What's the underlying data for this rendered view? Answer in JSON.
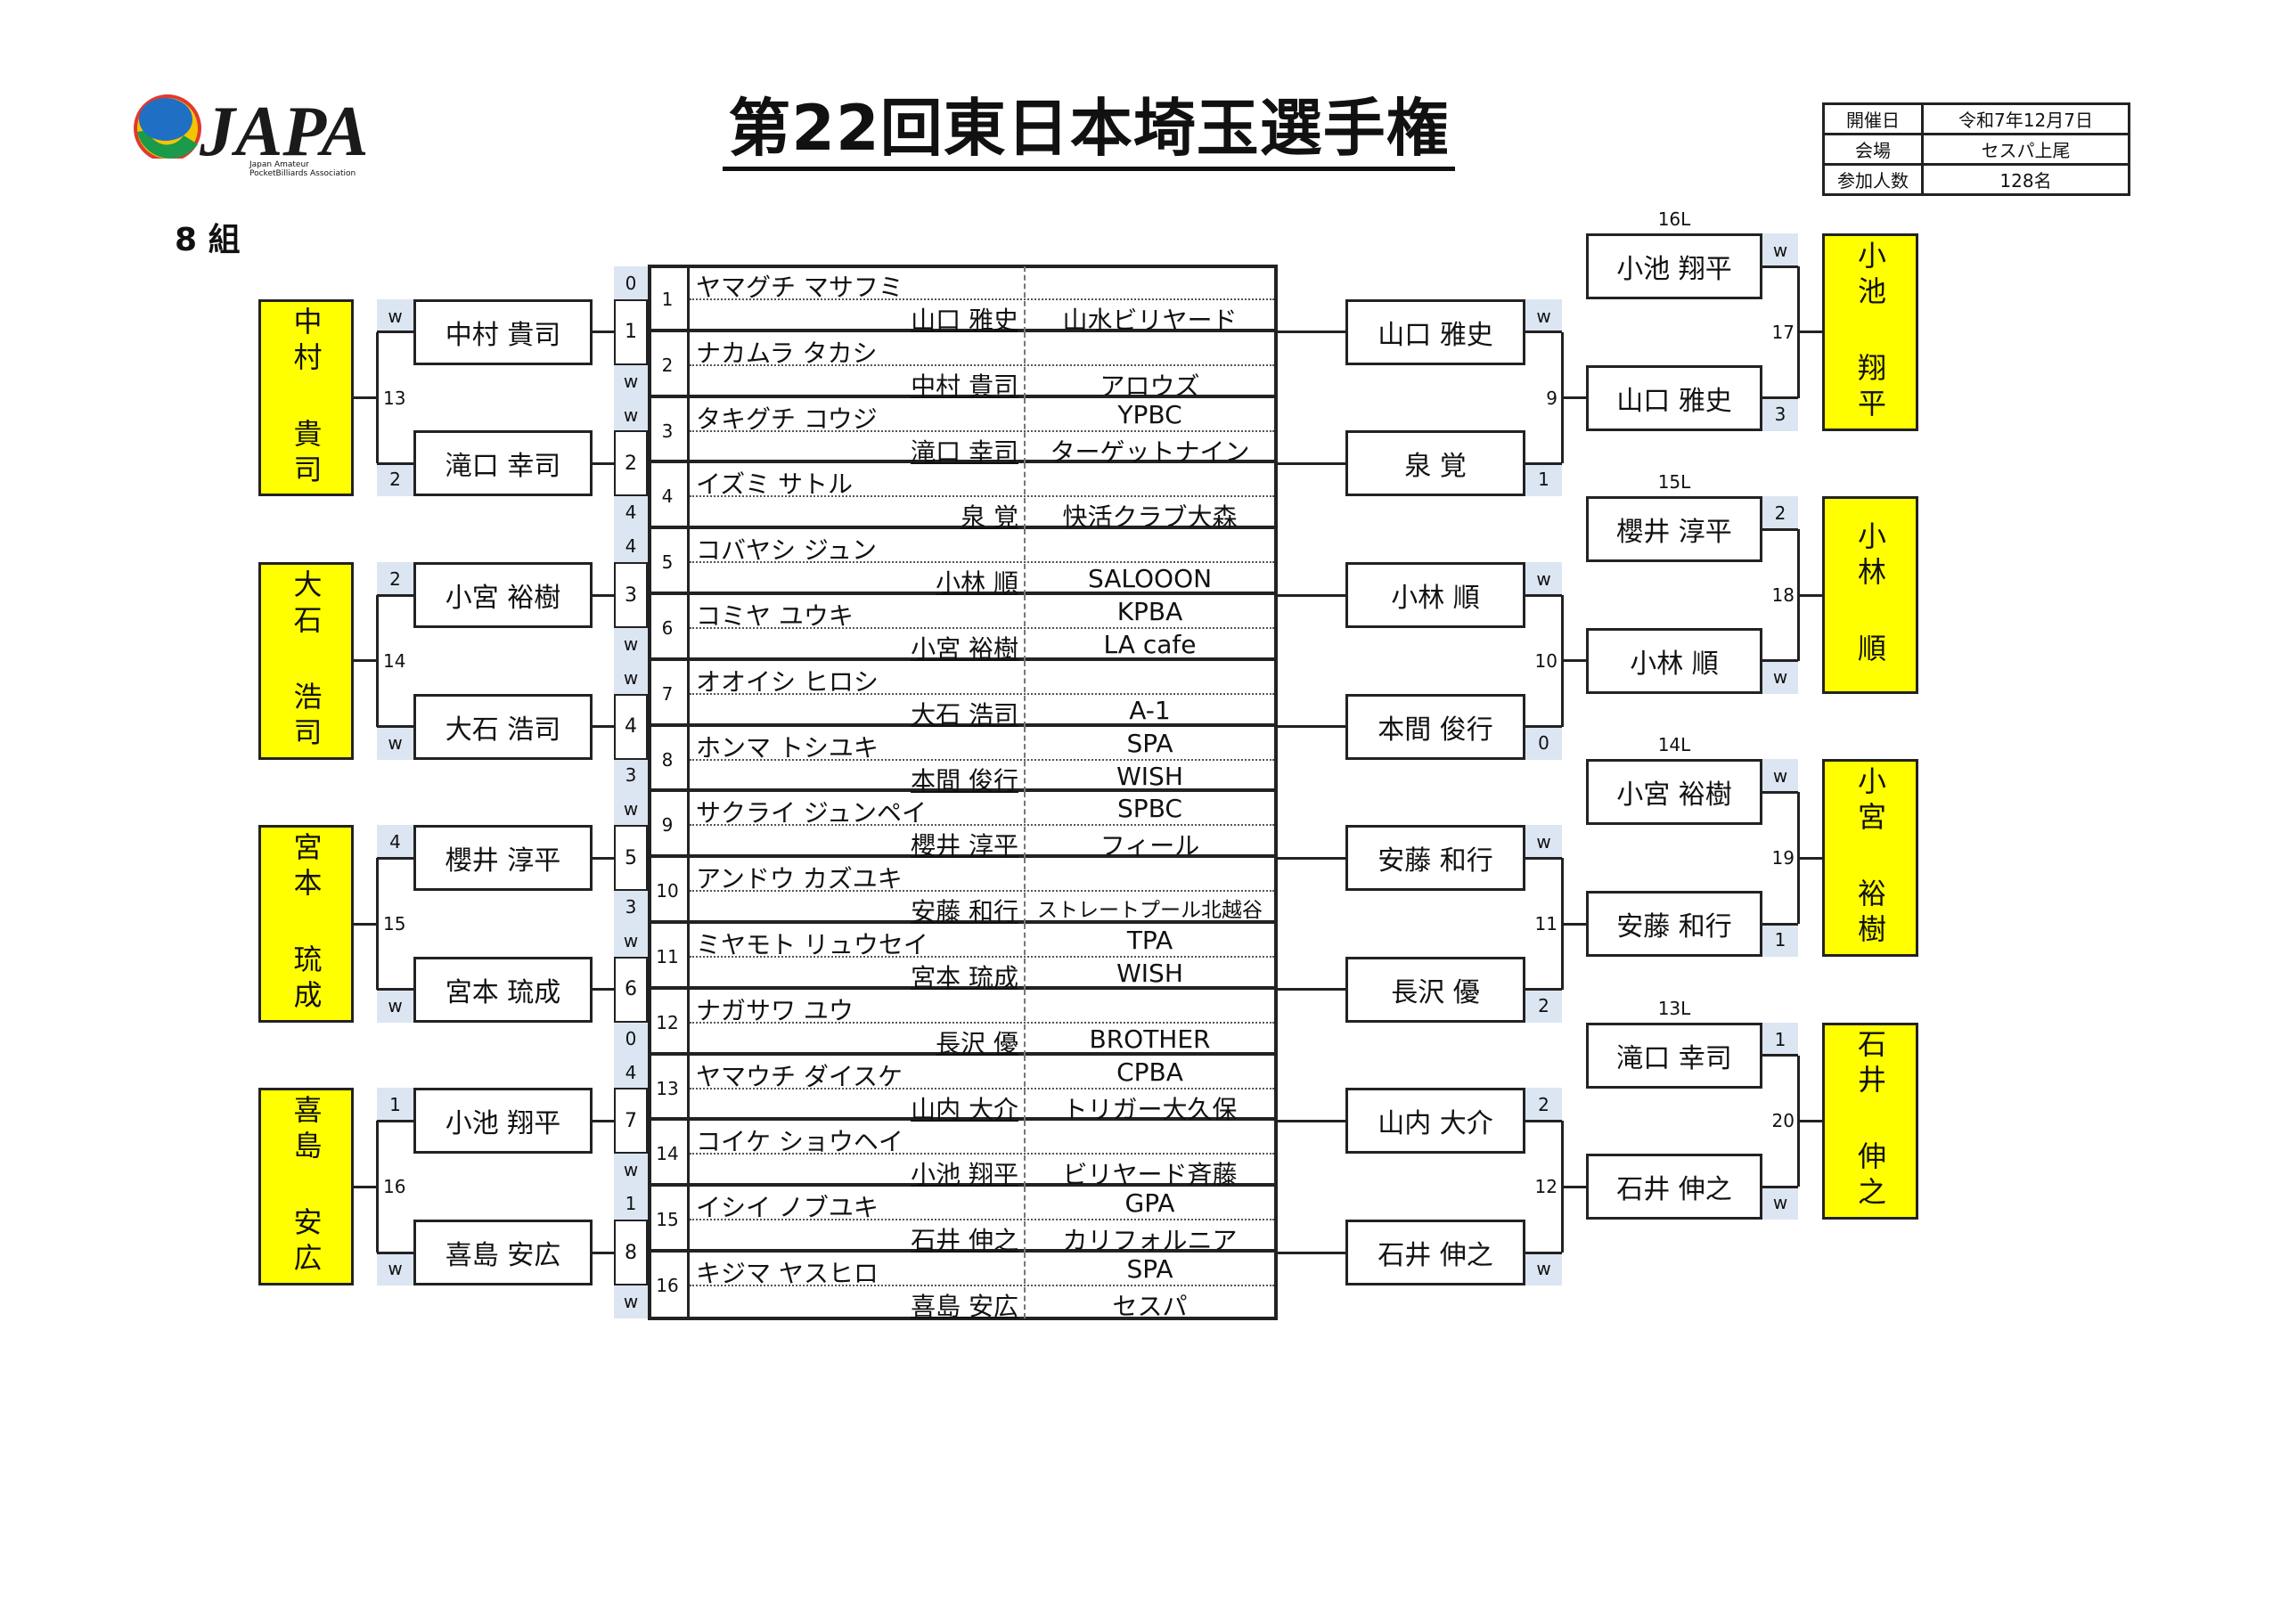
{
  "logo": {
    "text": "JAPA",
    "subtitle_1": "Japan Amateur",
    "subtitle_2": "PocketBilliards Association"
  },
  "title": "第22回東日本埼玉選手権",
  "group_label": "8 組",
  "info": [
    {
      "label": "開催日",
      "value": "令和7年12月7日"
    },
    {
      "label": "会場",
      "value": "セスパ上尾"
    },
    {
      "label": "参加人数",
      "value": "128名"
    }
  ],
  "colors": {
    "winner": "#ffff00",
    "score_bg": "#dce6f2",
    "line": "#222222"
  },
  "players": [
    {
      "no": "1",
      "kana": "ヤマグチ マサフミ",
      "name": "山口 雅史",
      "club_top": "",
      "club": "山水ビリヤード"
    },
    {
      "no": "2",
      "kana": "ナカムラ タカシ",
      "name": "中村 貴司",
      "club_top": "",
      "club": "アロウズ"
    },
    {
      "no": "3",
      "kana": "タキグチ コウジ",
      "name": "滝口 幸司",
      "club_top": "YPBC",
      "club": "ターゲットナイン"
    },
    {
      "no": "4",
      "kana": "イズミ サトル",
      "name": "泉 覚",
      "club_top": "",
      "club": "快活クラブ大森"
    },
    {
      "no": "5",
      "kana": "コバヤシ ジュン",
      "name": "小林 順",
      "club_top": "",
      "club": "SALOOON"
    },
    {
      "no": "6",
      "kana": "コミヤ ユウキ",
      "name": "小宮 裕樹",
      "club_top": "KPBA",
      "club": "LA cafe"
    },
    {
      "no": "7",
      "kana": "オオイシ ヒロシ",
      "name": "大石 浩司",
      "club_top": "",
      "club": "A-1"
    },
    {
      "no": "8",
      "kana": "ホンマ トシユキ",
      "name": "本間 俊行",
      "club_top": "SPA",
      "club": "WISH"
    },
    {
      "no": "9",
      "kana": "サクライ ジュンペイ",
      "name": "櫻井 淳平",
      "club_top": "SPBC",
      "club": "フィール"
    },
    {
      "no": "10",
      "kana": "アンドウ カズユキ",
      "name": "安藤 和行",
      "club_top": "",
      "club": "ストレートプール北越谷"
    },
    {
      "no": "11",
      "kana": "ミヤモト リュウセイ",
      "name": "宮本 琉成",
      "club_top": "TPA",
      "club": "WISH"
    },
    {
      "no": "12",
      "kana": "ナガサワ ユウ",
      "name": "長沢 優",
      "club_top": "",
      "club": "BROTHER"
    },
    {
      "no": "13",
      "kana": "ヤマウチ ダイスケ",
      "name": "山内 大介",
      "club_top": "CPBA",
      "club": "トリガー大久保"
    },
    {
      "no": "14",
      "kana": "コイケ ショウヘイ",
      "name": "小池 翔平",
      "club_top": "",
      "club": "ビリヤード斉藤"
    },
    {
      "no": "15",
      "kana": "イシイ ノブユキ",
      "name": "石井 伸之",
      "club_top": "GPA",
      "club": "カリフォルニア"
    },
    {
      "no": "16",
      "kana": "キジマ ヤスヒロ",
      "name": "喜島 安広",
      "club_top": "SPA",
      "club": "セスパ"
    }
  ],
  "first_round": [
    {
      "match": "1",
      "score_top": "0",
      "score_bottom": "w"
    },
    {
      "match": "2",
      "score_top": "w",
      "score_bottom": "4"
    },
    {
      "match": "3",
      "score_top": "4",
      "score_bottom": "w"
    },
    {
      "match": "4",
      "score_top": "w",
      "score_bottom": "3"
    },
    {
      "match": "5",
      "score_top": "w",
      "score_bottom": "3"
    },
    {
      "match": "6",
      "score_top": "w",
      "score_bottom": "0"
    },
    {
      "match": "7",
      "score_top": "4",
      "score_bottom": "w"
    },
    {
      "match": "8",
      "score_top": "1",
      "score_bottom": "w"
    }
  ],
  "left_groups": [
    {
      "match": "13",
      "winner": "中村 貴司",
      "top": {
        "name": "中村 貴司",
        "score": "w"
      },
      "bottom": {
        "name": "滝口 幸司",
        "score": "2"
      }
    },
    {
      "match": "14",
      "winner": "大石 浩司",
      "top": {
        "name": "小宮 裕樹",
        "score": "2"
      },
      "bottom": {
        "name": "大石 浩司",
        "score": "w"
      }
    },
    {
      "match": "15",
      "winner": "宮本 琉成",
      "top": {
        "name": "櫻井 淳平",
        "score": "4"
      },
      "bottom": {
        "name": "宮本 琉成",
        "score": "w"
      }
    },
    {
      "match": "16",
      "winner": "喜島 安広",
      "top": {
        "name": "小池 翔平",
        "score": "1"
      },
      "bottom": {
        "name": "喜島 安広",
        "score": "w"
      }
    }
  ],
  "right_round2": [
    {
      "match": "9",
      "top": {
        "name": "山口 雅史",
        "score": "w"
      },
      "bottom": {
        "name": "泉 覚",
        "score": "1"
      }
    },
    {
      "match": "10",
      "top": {
        "name": "小林 順",
        "score": "w"
      },
      "bottom": {
        "name": "本間 俊行",
        "score": "0"
      }
    },
    {
      "match": "11",
      "top": {
        "name": "安藤 和行",
        "score": "w"
      },
      "bottom": {
        "name": "長沢 優",
        "score": "2"
      }
    },
    {
      "match": "12",
      "top": {
        "name": "山内 大介",
        "score": "2"
      },
      "bottom": {
        "name": "石井 伸之",
        "score": "w"
      }
    }
  ],
  "right_round3": [
    {
      "match": "17",
      "loser_from": "16L",
      "winner": "小池 翔平",
      "top": {
        "name": "小池 翔平",
        "score": "w"
      },
      "bottom": {
        "name": "山口 雅史",
        "score": "3"
      }
    },
    {
      "match": "18",
      "loser_from": "15L",
      "winner": "小林 順",
      "top": {
        "name": "櫻井 淳平",
        "score": "2"
      },
      "bottom": {
        "name": "小林 順",
        "score": "w"
      }
    },
    {
      "match": "19",
      "loser_from": "14L",
      "winner": "小宮 裕樹",
      "top": {
        "name": "小宮 裕樹",
        "score": "w"
      },
      "bottom": {
        "name": "安藤 和行",
        "score": "1"
      }
    },
    {
      "match": "20",
      "loser_from": "13L",
      "winner": "石井 伸之",
      "top": {
        "name": "滝口 幸司",
        "score": "1"
      },
      "bottom": {
        "name": "石井 伸之",
        "score": "w"
      }
    }
  ]
}
